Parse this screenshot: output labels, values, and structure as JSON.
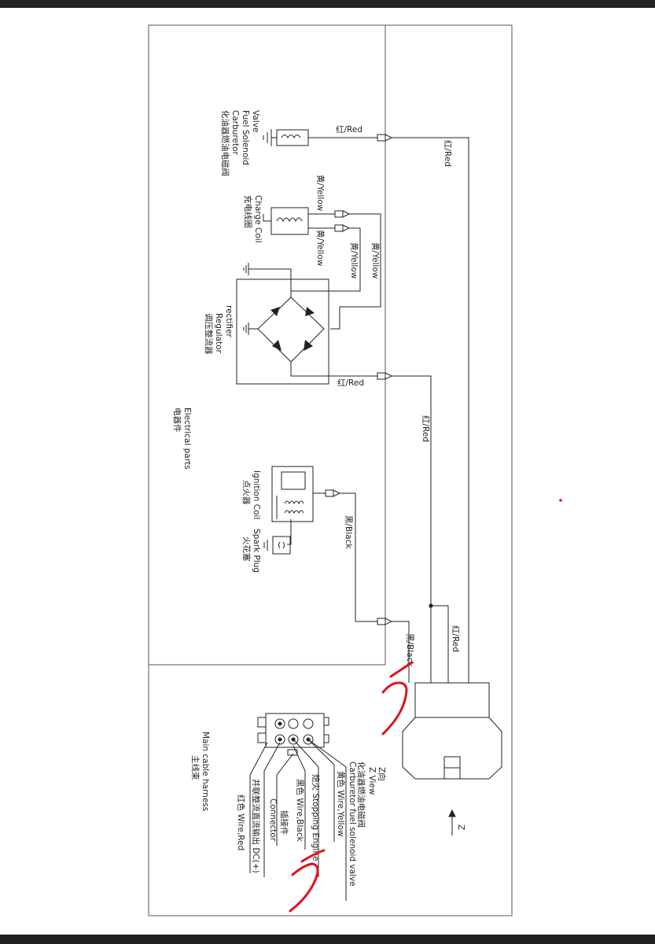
{
  "labels": {
    "carb_valve": [
      "化油器燃油电磁阀",
      "Carburetor",
      "Fuel Solenoid",
      "Valve"
    ],
    "charge_coil": [
      "充电线圈",
      "Charge Coil"
    ],
    "regulator": [
      "调压整流器",
      "Regulator",
      "rectifier"
    ],
    "electrical_parts": [
      "电器件",
      "Electrical parts"
    ],
    "ignition": [
      "点火器",
      "Ignition Coil",
      "Spark Plug",
      "火花塞"
    ],
    "main_harness": [
      "主线束",
      "Main cable harness"
    ],
    "z_view": [
      "Z向",
      "Z View"
    ],
    "z_arrow": "Z",
    "wire_red": "红/Red",
    "wire_yellow": "黄/Yellow",
    "wire_black": "黑/Black"
  },
  "connector_legend": [
    [
      "化油器燃油电磁阀",
      "Carburetor fuel solenoid valve"
    ],
    [
      "黄色 Wire,Yellow"
    ],
    [
      "熄火 Stopping Engine"
    ],
    [
      "黑色 Wire,Black"
    ],
    [
      "插接件",
      "Connector"
    ],
    [
      "并联整流直流输出 DC(+)"
    ],
    [
      "红色 Wire,Red"
    ]
  ],
  "annotations": {
    "markup_color": "#e0121b"
  }
}
